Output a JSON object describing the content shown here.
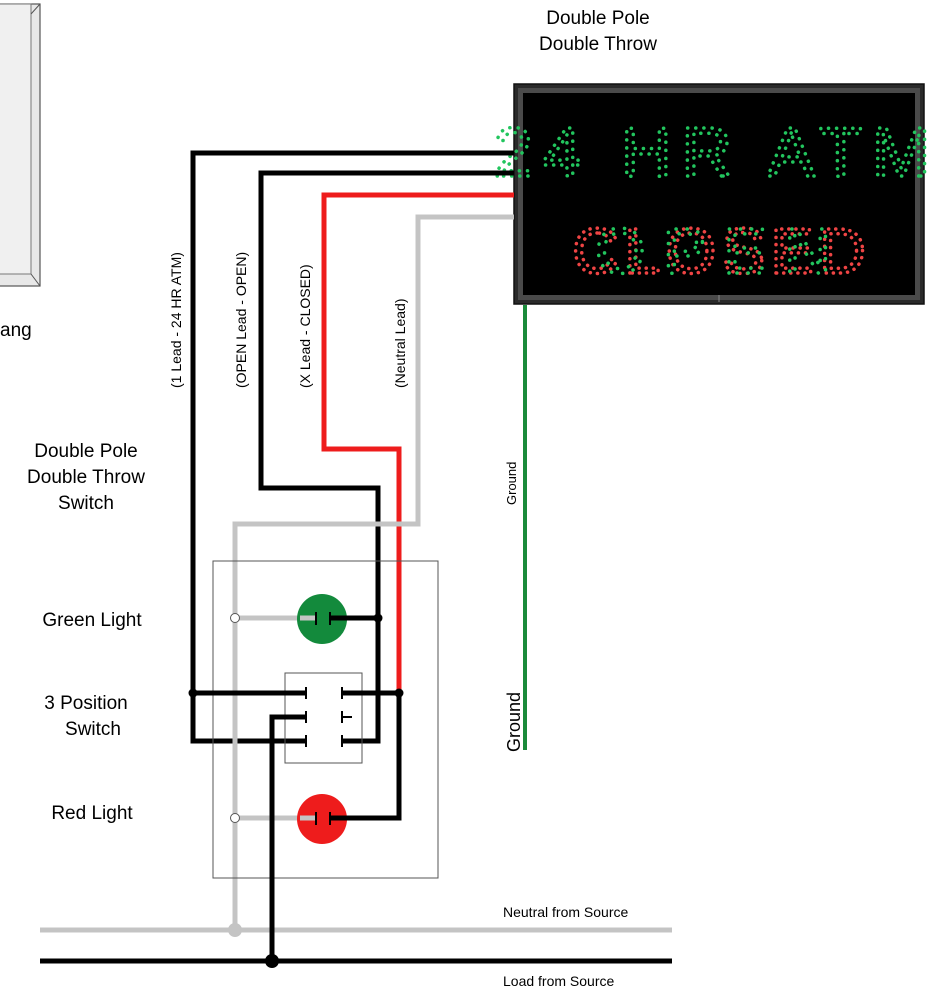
{
  "sign": {
    "title_line1": "Double Pole",
    "title_line2": "Double Throw",
    "line1": "24 HR ATM",
    "line2": "OPEN",
    "line2_overlay": "CLOSED",
    "colors": {
      "green_led": "#22c55e",
      "red_led": "#ef4444",
      "frame": "#3b3b3b"
    }
  },
  "partial_panel": {
    "label": "ang"
  },
  "leads": {
    "lead1": "(1 Lead - 24 HR ATM)",
    "open": "(OPEN Lead - OPEN)",
    "x": "(X Lead - CLOSED)",
    "neutral": "(Neutral Lead)"
  },
  "ground": {
    "label_small": "Ground",
    "label_large": "Ground",
    "color": "#1a8a3a"
  },
  "switch_box": {
    "title_line1": "Double Pole",
    "title_line2": "Double Throw",
    "title_line3": "Switch"
  },
  "components": {
    "green_light": "Green Light",
    "three_position_line1": "3 Position",
    "three_position_line2": "Switch",
    "red_light": "Red Light",
    "green_color": "#138a3c",
    "red_color": "#ee1c1c"
  },
  "source": {
    "neutral": "Neutral from Source",
    "load": "Load from Source"
  },
  "wire_colors": {
    "hot": "#000000",
    "x": "#ee1c1c",
    "neutral": "#c4c4c4"
  }
}
